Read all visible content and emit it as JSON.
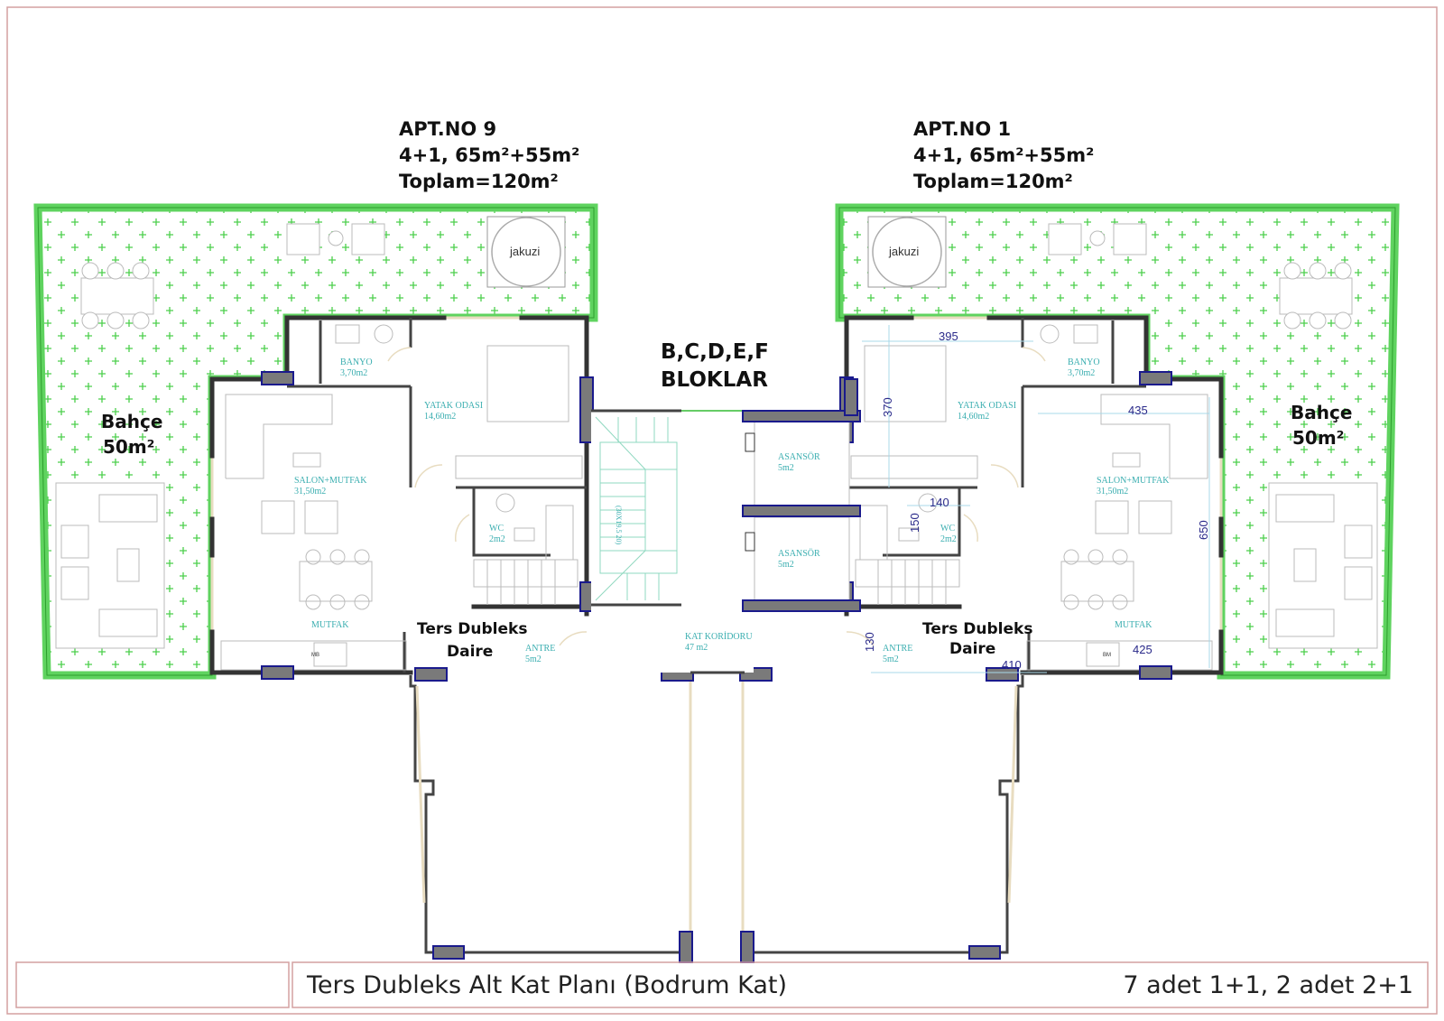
{
  "apartments": [
    {
      "title": "APT.NO 9",
      "type": "4+1, 65m²+55m²",
      "total": "Toplam=120m²",
      "garden": "Bahçe",
      "garden_area": "50m²",
      "jacuzzi": "jakuzi",
      "rooms": {
        "bath": "BANYO",
        "bath_area": "3,70m2",
        "bedroom": "YATAK ODASI",
        "bedroom_area": "14,60m2",
        "living": "SALON+MUTFAK",
        "living_area": "31,50m2",
        "wc": "WC",
        "wc_area": "2m2",
        "kitchen": "MUTFAK",
        "entry": "ANTRE",
        "entry_area": "5m2"
      },
      "unit_label_1": "Ters Dubleks",
      "unit_label_2": "Daire",
      "appliance": "MB"
    },
    {
      "title": "APT.NO 1",
      "type": "4+1, 65m²+55m²",
      "total": "Toplam=120m²",
      "garden": "Bahçe",
      "garden_area": "50m²",
      "jacuzzi": "jakuzi",
      "rooms": {
        "bath": "BANYO",
        "bath_area": "3,70m2",
        "bedroom": "YATAK ODASI",
        "bedroom_area": "14,60m2",
        "living": "SALON+MUTFAK",
        "living_area": "31,50m2",
        "wc": "WC",
        "wc_area": "2m2",
        "kitchen": "MUTFAK",
        "entry": "ANTRE",
        "entry_area": "5m2"
      },
      "unit_label_1": "Ters Dubleks",
      "unit_label_2": "Daire",
      "appliance": "BM"
    }
  ],
  "center": {
    "blocks_1": "B,C,D,E,F",
    "blocks_2": "BLOKLAR",
    "elevator": "ASANSÖR",
    "elevator_area": "5m2",
    "corridor": "KAT KORİDORU",
    "corridor_area": "47 m2",
    "stair_note": "(30X19.5 20)"
  },
  "dimensions": {
    "bedroom_width": "395",
    "bedroom_depth": "370",
    "living_width": "435",
    "wc_width": "140",
    "wc_depth": "150",
    "living_depth": "650",
    "entry_depth": "130",
    "entry_width": "410",
    "kitchen_width": "425"
  },
  "footer": {
    "title": "Ters Dubleks Alt Kat Planı (Bodrum Kat)",
    "summary": "7 adet 1+1, 2 adet 2+1"
  },
  "colors": {
    "garden": "#4ccf4c",
    "room_text": "#3aaeb0",
    "dimension": "#2a2a8a",
    "column": "#7a7a7a",
    "border": "#d4a0a0"
  }
}
